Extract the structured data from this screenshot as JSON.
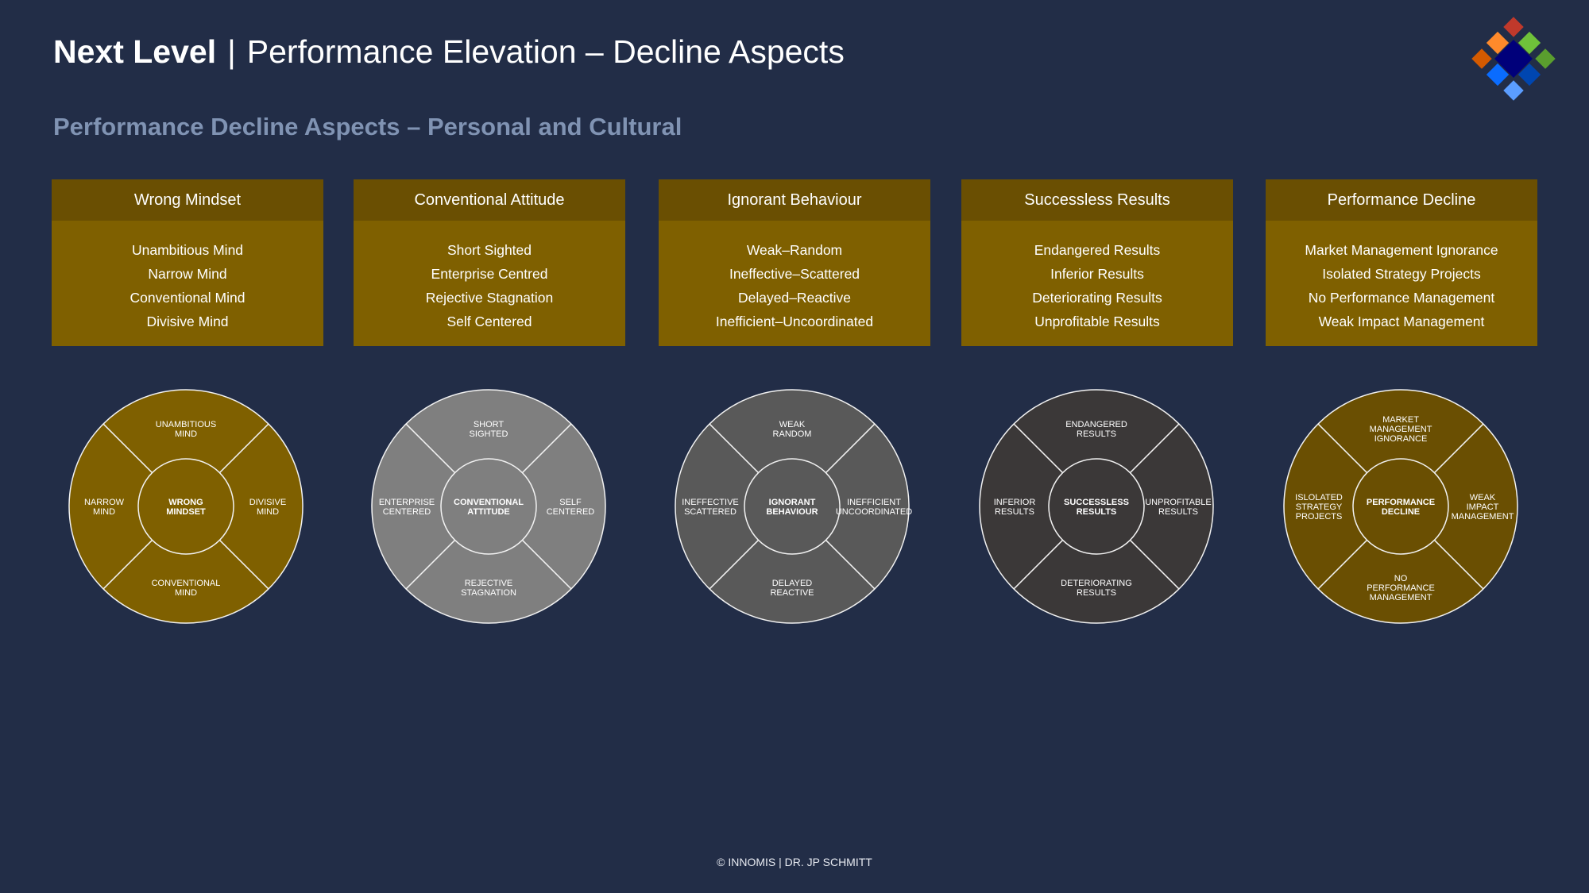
{
  "header": {
    "brand": "Next Level",
    "separator": "|",
    "title": "Performance Elevation – Decline Aspects"
  },
  "subtitle": "Performance Decline Aspects – Personal and Cultural",
  "columns": [
    {
      "title": "Wrong Mindset",
      "items": [
        "Unambitious Mind",
        "Narrow Mind",
        "Conventional Mind",
        "Divisive Mind"
      ],
      "wheel": {
        "color": "#7f6000",
        "center": [
          "WRONG",
          "MINDSET"
        ],
        "top": [
          "UNAMBITIOUS",
          "MIND"
        ],
        "left": [
          "NARROW",
          "MIND"
        ],
        "right": [
          "DIVISIVE",
          "MIND"
        ],
        "bottom": [
          "CONVENTIONAL",
          "MIND"
        ]
      }
    },
    {
      "title": "Conventional Attitude",
      "items": [
        "Short Sighted",
        "Enterprise Centred",
        "Rejective Stagnation",
        "Self Centered"
      ],
      "wheel": {
        "color": "#7f7f7f",
        "center": [
          "CONVENTIONAL",
          "ATTITUDE"
        ],
        "top": [
          "SHORT",
          "SIGHTED"
        ],
        "left": [
          "ENTERPRISE",
          "CENTERED"
        ],
        "right": [
          "SELF",
          "CENTERED"
        ],
        "bottom": [
          "REJECTIVE",
          "STAGNATION"
        ]
      }
    },
    {
      "title": "Ignorant Behaviour",
      "items": [
        "Weak–Random",
        "Ineffective–Scattered",
        "Delayed–Reactive",
        "Inefficient–Uncoordinated"
      ],
      "wheel": {
        "color": "#595959",
        "center": [
          "IGNORANT",
          "BEHAVIOUR"
        ],
        "top": [
          "WEAK",
          "RANDOM"
        ],
        "left": [
          "INEFFECTIVE",
          "SCATTERED"
        ],
        "right": [
          "INEFFICIENT",
          "UNCOORDINATED"
        ],
        "bottom": [
          "DELAYED",
          "REACTIVE"
        ]
      }
    },
    {
      "title": "Successless Results",
      "items": [
        "Endangered Results",
        "Inferior Results",
        "Deteriorating Results",
        "Unprofitable Results"
      ],
      "wheel": {
        "color": "#3b3838",
        "center": [
          "SUCCESSLESS",
          "RESULTS"
        ],
        "top": [
          "ENDANGERED",
          "RESULTS"
        ],
        "left": [
          "INFERIOR",
          "RESULTS"
        ],
        "right": [
          "UNPROFITABLE",
          "RESULTS"
        ],
        "bottom": [
          "DETERIORATING",
          "RESULTS"
        ]
      }
    },
    {
      "title": "Performance Decline",
      "items": [
        "Market Management Ignorance",
        "Isolated Strategy Projects",
        "No Performance Management",
        "Weak Impact Management"
      ],
      "wheel": {
        "color": "#6a4f02",
        "center": [
          "PERFORMANCE",
          "DECLINE"
        ],
        "top": [
          "MARKET",
          "MANAGEMENT",
          "IGNORANCE"
        ],
        "left": [
          "ISLOLATED",
          "STRATEGY",
          "PROJECTS"
        ],
        "right": [
          "WEAK",
          "IMPACT",
          "MANAGEMENT"
        ],
        "bottom": [
          "NO",
          "PERFORMANCE",
          "MANAGEMENT"
        ]
      }
    }
  ],
  "colors": {
    "background": "#222d47",
    "box_header": "#6a4f02",
    "box_body": "#7f6000",
    "subtitle": "#8093b3"
  },
  "logo": {
    "colors": [
      "#c0392b",
      "#ff8a2b",
      "#6fc23a",
      "#d45a00",
      "#00007a",
      "#5a9e2e",
      "#0a6cff",
      "#0046b0",
      "#5b9dff"
    ]
  },
  "footer": "© INNOMIS | DR. JP SCHMITT"
}
